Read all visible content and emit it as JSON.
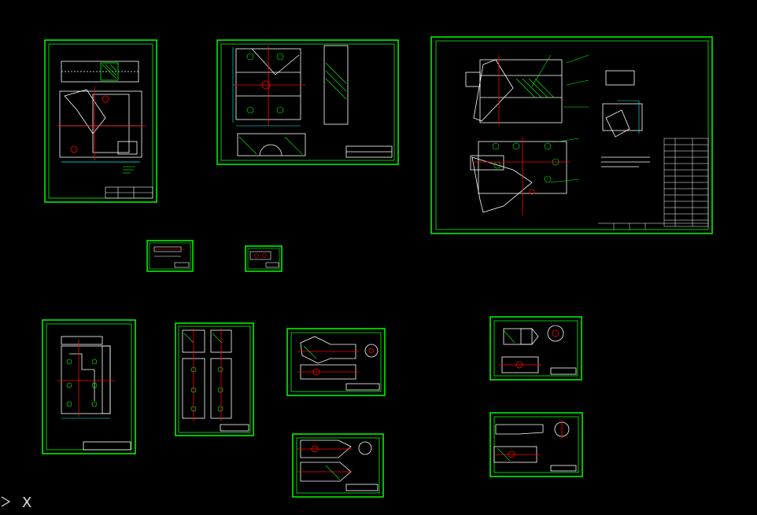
{
  "app": {
    "title": ""
  },
  "colors": {
    "background": "#000000",
    "frame": "#00ff00",
    "outline": "#ffffff",
    "centerline": "#ff0000",
    "dimension": "#00ffff",
    "leader": "#00ff00",
    "hatch": "#00ff00",
    "hole": "#ff0000"
  },
  "ucs": {
    "axis_label": "X",
    "icon": "ucs-icon"
  },
  "drawings": [
    {
      "id": "sheet-1",
      "kind": "part-drawing-portrait"
    },
    {
      "id": "sheet-2",
      "kind": "part-drawing-landscape"
    },
    {
      "id": "sheet-3",
      "kind": "assembly-drawing"
    },
    {
      "id": "sheet-4",
      "kind": "small-sheet"
    },
    {
      "id": "sheet-5",
      "kind": "small-sheet"
    },
    {
      "id": "sheet-6",
      "kind": "part-drawing-portrait"
    },
    {
      "id": "sheet-7",
      "kind": "part-drawing-portrait"
    },
    {
      "id": "sheet-8",
      "kind": "part-drawing-landscape"
    },
    {
      "id": "sheet-9",
      "kind": "part-drawing-landscape"
    },
    {
      "id": "sheet-10",
      "kind": "part-drawing-landscape"
    },
    {
      "id": "sheet-11",
      "kind": "part-drawing-landscape"
    }
  ]
}
